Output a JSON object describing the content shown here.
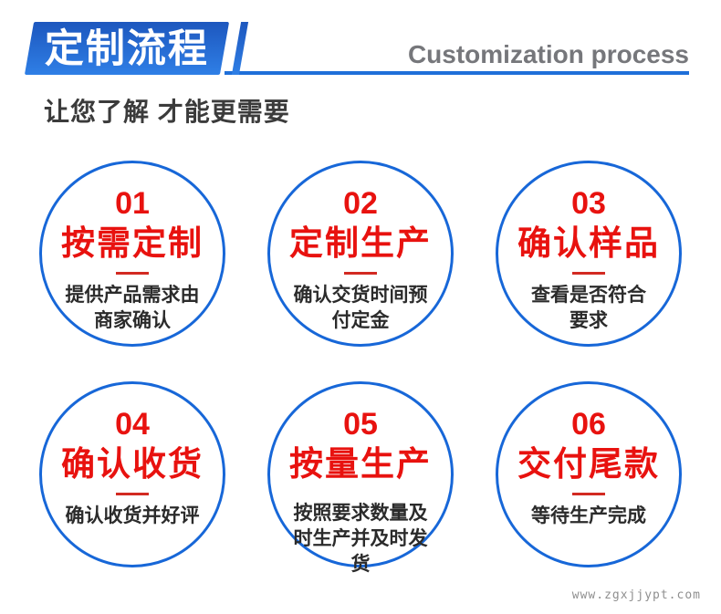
{
  "header": {
    "title_cn": "定制流程",
    "title_en": "Customization process",
    "subtitle": "让您了解 才能更需要"
  },
  "steps": [
    {
      "number": "01",
      "title": "按需定制",
      "desc": "提供产品需求由\n商家确认"
    },
    {
      "number": "02",
      "title": "定制生产",
      "desc": "确认交货时间预\n付定金"
    },
    {
      "number": "03",
      "title": "确认样品",
      "desc": "查看是否符合\n要求"
    },
    {
      "number": "04",
      "title": "确认收货",
      "desc": "确认收货并好评"
    },
    {
      "number": "05",
      "title": "按量生产",
      "desc": "按照要求数量及\n时生产并及时发\n货"
    },
    {
      "number": "06",
      "title": "交付尾款",
      "desc": "等待生产完成"
    }
  ],
  "colors": {
    "accent_blue": "#1767d8",
    "banner_blue_top": "#1d57be",
    "banner_blue_bottom": "#2f7fe6",
    "accent_red": "#e8120f",
    "body_text": "#2b2b2b",
    "header_en_gray": "#76777b"
  },
  "watermark": "www.zgxjjypt.com"
}
